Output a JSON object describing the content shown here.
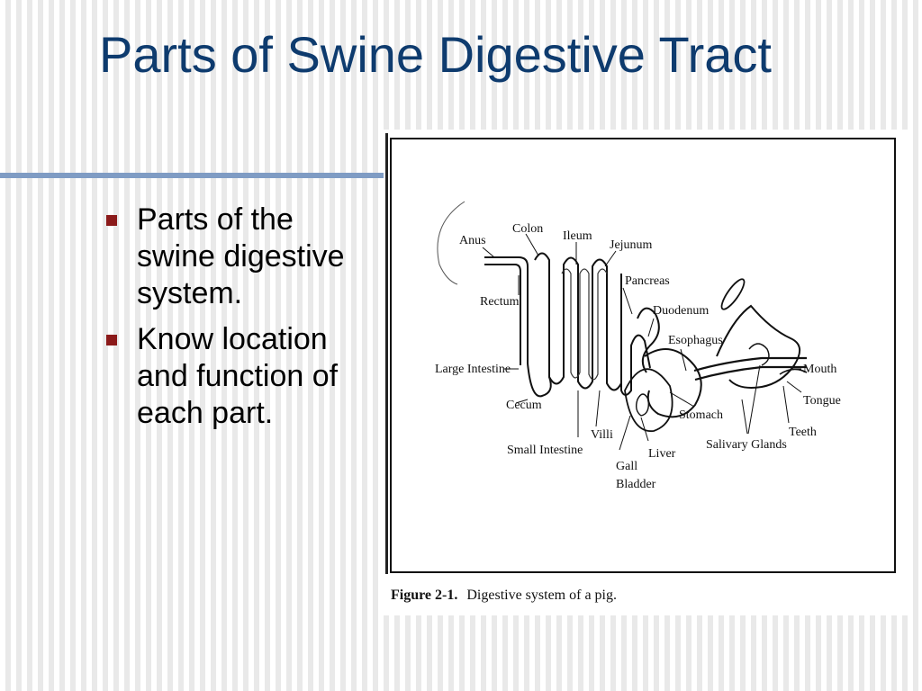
{
  "slide": {
    "title": "Parts of Swine Digestive Tract",
    "bullets": [
      "Parts of the swine digestive system.",
      "Know location and function of each part."
    ],
    "colors": {
      "title": "#0e3b6e",
      "bullet_marker": "#8b1a1a",
      "rule": "#7f9cc4"
    }
  },
  "figure": {
    "caption_label": "Figure 2-1.",
    "caption_text": "Digestive system of a pig.",
    "labels": {
      "anus": "Anus",
      "colon": "Colon",
      "ileum": "Ileum",
      "jejunum": "Jejunum",
      "pancreas": "Pancreas",
      "rectum": "Rectum",
      "duodenum": "Duodenum",
      "esophagus": "Esophagus",
      "mouth": "Mouth",
      "large_intestine": "Large Intestine",
      "tongue": "Tongue",
      "cecum": "Cecum",
      "stomach": "Stomach",
      "teeth": "Teeth",
      "villi": "Villi",
      "salivary_glands": "Salivary Glands",
      "small_intestine": "Small Intestine",
      "liver": "Liver",
      "gall": "Gall",
      "bladder": "Bladder"
    }
  }
}
